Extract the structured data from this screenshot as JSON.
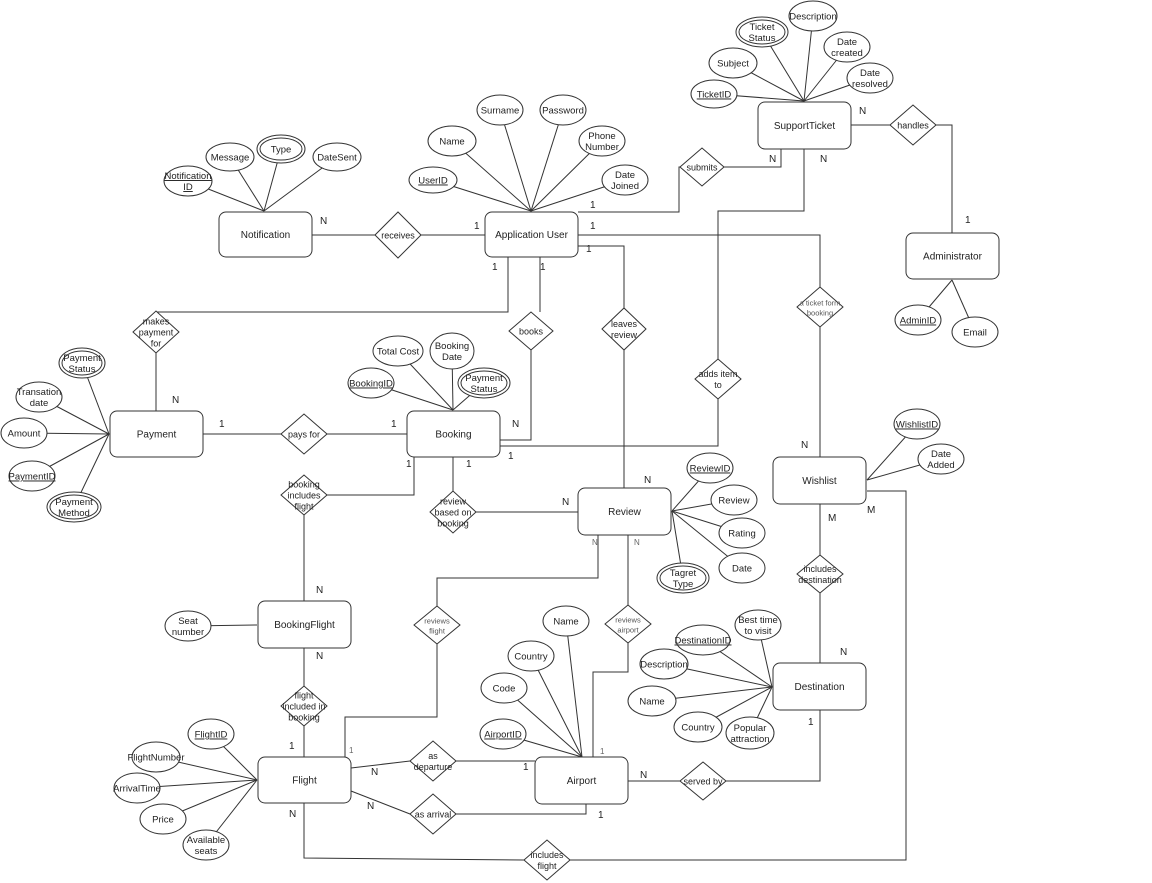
{
  "diagram_title": "",
  "entities": [
    {
      "id": "notification",
      "label": "Notification"
    },
    {
      "id": "app_user",
      "label": "Application User"
    },
    {
      "id": "support_ticket",
      "label": "SupportTicket"
    },
    {
      "id": "administrator",
      "label": "Administrator"
    },
    {
      "id": "payment",
      "label": "Payment"
    },
    {
      "id": "booking",
      "label": "Booking"
    },
    {
      "id": "review",
      "label": "Review"
    },
    {
      "id": "wishlist",
      "label": "Wishlist"
    },
    {
      "id": "booking_flight",
      "label": "BookingFlight"
    },
    {
      "id": "destination",
      "label": "Destination"
    },
    {
      "id": "flight",
      "label": "Flight"
    },
    {
      "id": "airport",
      "label": "Airport"
    }
  ],
  "attributes": [
    {
      "entity": "notification",
      "label": [
        "Notification",
        "ID"
      ],
      "key": true
    },
    {
      "entity": "notification",
      "label": [
        "Message"
      ]
    },
    {
      "entity": "notification",
      "label": [
        "Type"
      ],
      "multivalued": true
    },
    {
      "entity": "notification",
      "label": [
        "DateSent"
      ]
    },
    {
      "entity": "app_user",
      "label": [
        "UserID"
      ],
      "key": true
    },
    {
      "entity": "app_user",
      "label": [
        "Name"
      ]
    },
    {
      "entity": "app_user",
      "label": [
        "Surname"
      ]
    },
    {
      "entity": "app_user",
      "label": [
        "Password"
      ]
    },
    {
      "entity": "app_user",
      "label": [
        "Phone",
        "Number"
      ]
    },
    {
      "entity": "app_user",
      "label": [
        "Date",
        "Joined"
      ]
    },
    {
      "entity": "support_ticket",
      "label": [
        "TicketID"
      ],
      "key": true
    },
    {
      "entity": "support_ticket",
      "label": [
        "Subject"
      ]
    },
    {
      "entity": "support_ticket",
      "label": [
        "Ticket",
        "Status"
      ],
      "multivalued": true
    },
    {
      "entity": "support_ticket",
      "label": [
        "Description"
      ]
    },
    {
      "entity": "support_ticket",
      "label": [
        "Date",
        "created"
      ]
    },
    {
      "entity": "support_ticket",
      "label": [
        "Date",
        "resolved"
      ]
    },
    {
      "entity": "administrator",
      "label": [
        "AdminID"
      ],
      "key": true
    },
    {
      "entity": "administrator",
      "label": [
        "Email"
      ]
    },
    {
      "entity": "payment",
      "label": [
        "Payment",
        "Status"
      ],
      "multivalued": true
    },
    {
      "entity": "payment",
      "label": [
        "Transation",
        "date"
      ]
    },
    {
      "entity": "payment",
      "label": [
        "Amount"
      ]
    },
    {
      "entity": "payment",
      "label": [
        "PaymentID"
      ],
      "key": true
    },
    {
      "entity": "payment",
      "label": [
        "Payment",
        "Method"
      ],
      "multivalued": true
    },
    {
      "entity": "booking",
      "label": [
        "BookingID"
      ],
      "key": true
    },
    {
      "entity": "booking",
      "label": [
        "Total Cost"
      ]
    },
    {
      "entity": "booking",
      "label": [
        "Booking",
        "Date"
      ]
    },
    {
      "entity": "booking",
      "label": [
        "Payment",
        "Status"
      ],
      "multivalued": true
    },
    {
      "entity": "review",
      "label": [
        "ReviewID"
      ],
      "key": true
    },
    {
      "entity": "review",
      "label": [
        "Review"
      ]
    },
    {
      "entity": "review",
      "label": [
        "Rating"
      ]
    },
    {
      "entity": "review",
      "label": [
        "Date"
      ]
    },
    {
      "entity": "review",
      "label": [
        "Tagret",
        "Type"
      ],
      "multivalued": true
    },
    {
      "entity": "wishlist",
      "label": [
        "WishlistID"
      ],
      "key": true
    },
    {
      "entity": "wishlist",
      "label": [
        "Date",
        "Added"
      ]
    },
    {
      "entity": "booking_flight",
      "label": [
        "Seat",
        "number"
      ]
    },
    {
      "entity": "destination",
      "label": [
        "DestinationID"
      ],
      "key": true
    },
    {
      "entity": "destination",
      "label": [
        "Best time",
        "to visit"
      ]
    },
    {
      "entity": "destination",
      "label": [
        "Description"
      ]
    },
    {
      "entity": "destination",
      "label": [
        "Name"
      ]
    },
    {
      "entity": "destination",
      "label": [
        "Country"
      ]
    },
    {
      "entity": "destination",
      "label": [
        "Popular",
        "attraction"
      ]
    },
    {
      "entity": "flight",
      "label": [
        "FlightID"
      ],
      "key": true
    },
    {
      "entity": "flight",
      "label": [
        "FlightNumber"
      ]
    },
    {
      "entity": "flight",
      "label": [
        "ArrivalTime"
      ]
    },
    {
      "entity": "flight",
      "label": [
        "Price"
      ]
    },
    {
      "entity": "flight",
      "label": [
        "Available",
        "seats"
      ]
    },
    {
      "entity": "airport",
      "label": [
        "Name"
      ]
    },
    {
      "entity": "airport",
      "label": [
        "Country"
      ]
    },
    {
      "entity": "airport",
      "label": [
        "Code"
      ]
    },
    {
      "entity": "airport",
      "label": [
        "AirportID"
      ],
      "key": true
    }
  ],
  "relationships": [
    {
      "id": "receives",
      "label": [
        "receives"
      ],
      "from": "app_user",
      "to": "notification",
      "card_from": "1",
      "card_to": "N"
    },
    {
      "id": "submits",
      "label": [
        "submits"
      ],
      "from": "app_user",
      "to": "support_ticket",
      "card_from": "1",
      "card_to": "N"
    },
    {
      "id": "handles",
      "label": [
        "handles"
      ],
      "from": "administrator",
      "to": "support_ticket",
      "card_from": "1",
      "card_to": "N"
    },
    {
      "id": "makes_payment_for",
      "label": [
        "makes",
        "payment",
        "for"
      ],
      "from": "app_user",
      "to": "payment",
      "card_from": "1",
      "card_to": "N"
    },
    {
      "id": "books",
      "label": [
        "books"
      ],
      "from": "app_user",
      "to": "booking",
      "card_from": "1",
      "card_to": "N"
    },
    {
      "id": "leaves_review",
      "label": [
        "leaves",
        "review"
      ],
      "from": "app_user",
      "to": "review",
      "card_from": "1",
      "card_to": "N"
    },
    {
      "id": "a_ticket_form_booking",
      "label": [
        "a ticket form",
        "booking"
      ],
      "from": "app_user",
      "to": "wishlist",
      "card_from": "1",
      "card_to": "N"
    },
    {
      "id": "adds_item_to",
      "label": [
        "adds item",
        "to"
      ],
      "from": "booking",
      "to": "support_ticket",
      "card_from": "1",
      "card_to": "N"
    },
    {
      "id": "pays_for",
      "label": [
        "pays for"
      ],
      "from": "payment",
      "to": "booking",
      "card_from": "1",
      "card_to": "1"
    },
    {
      "id": "booking_includes_flight",
      "label": [
        "booking",
        "includes",
        "flight"
      ],
      "from": "booking",
      "to": "booking_flight",
      "card_from": "1",
      "card_to": "N"
    },
    {
      "id": "review_based_on_booking",
      "label": [
        "review",
        "based on",
        "booking"
      ],
      "from": "booking",
      "to": "review",
      "card_from": "1",
      "card_to": "N"
    },
    {
      "id": "reviews_flight",
      "label": [
        "reviews",
        "flight"
      ],
      "from": "flight",
      "to": "review",
      "card_from": "1",
      "card_to": "N"
    },
    {
      "id": "reviews_airport",
      "label": [
        "reviews",
        "airport"
      ],
      "from": "airport",
      "to": "review",
      "card_from": "1",
      "card_to": "N"
    },
    {
      "id": "includes_destination",
      "label": [
        "includes",
        "destination"
      ],
      "from": "wishlist",
      "to": "destination",
      "card_from": "M",
      "card_to": "N"
    },
    {
      "id": "flight_included_in_booking",
      "label": [
        "flight",
        "included in",
        "booking"
      ],
      "from": "flight",
      "to": "booking_flight",
      "card_from": "1",
      "card_to": "N"
    },
    {
      "id": "as_departure",
      "label": [
        "as",
        "departure"
      ],
      "from": "airport",
      "to": "flight",
      "card_from": "1",
      "card_to": "N"
    },
    {
      "id": "as_arrival",
      "label": [
        "as arrival"
      ],
      "from": "airport",
      "to": "flight",
      "card_from": "1",
      "card_to": "N"
    },
    {
      "id": "served_by",
      "label": [
        "served by"
      ],
      "from": "destination",
      "to": "airport",
      "card_from": "1",
      "card_to": "N"
    },
    {
      "id": "includes_flight",
      "label": [
        "includes",
        "flight"
      ],
      "from": "wishlist",
      "to": "flight",
      "card_from": "M",
      "card_to": "N"
    }
  ]
}
